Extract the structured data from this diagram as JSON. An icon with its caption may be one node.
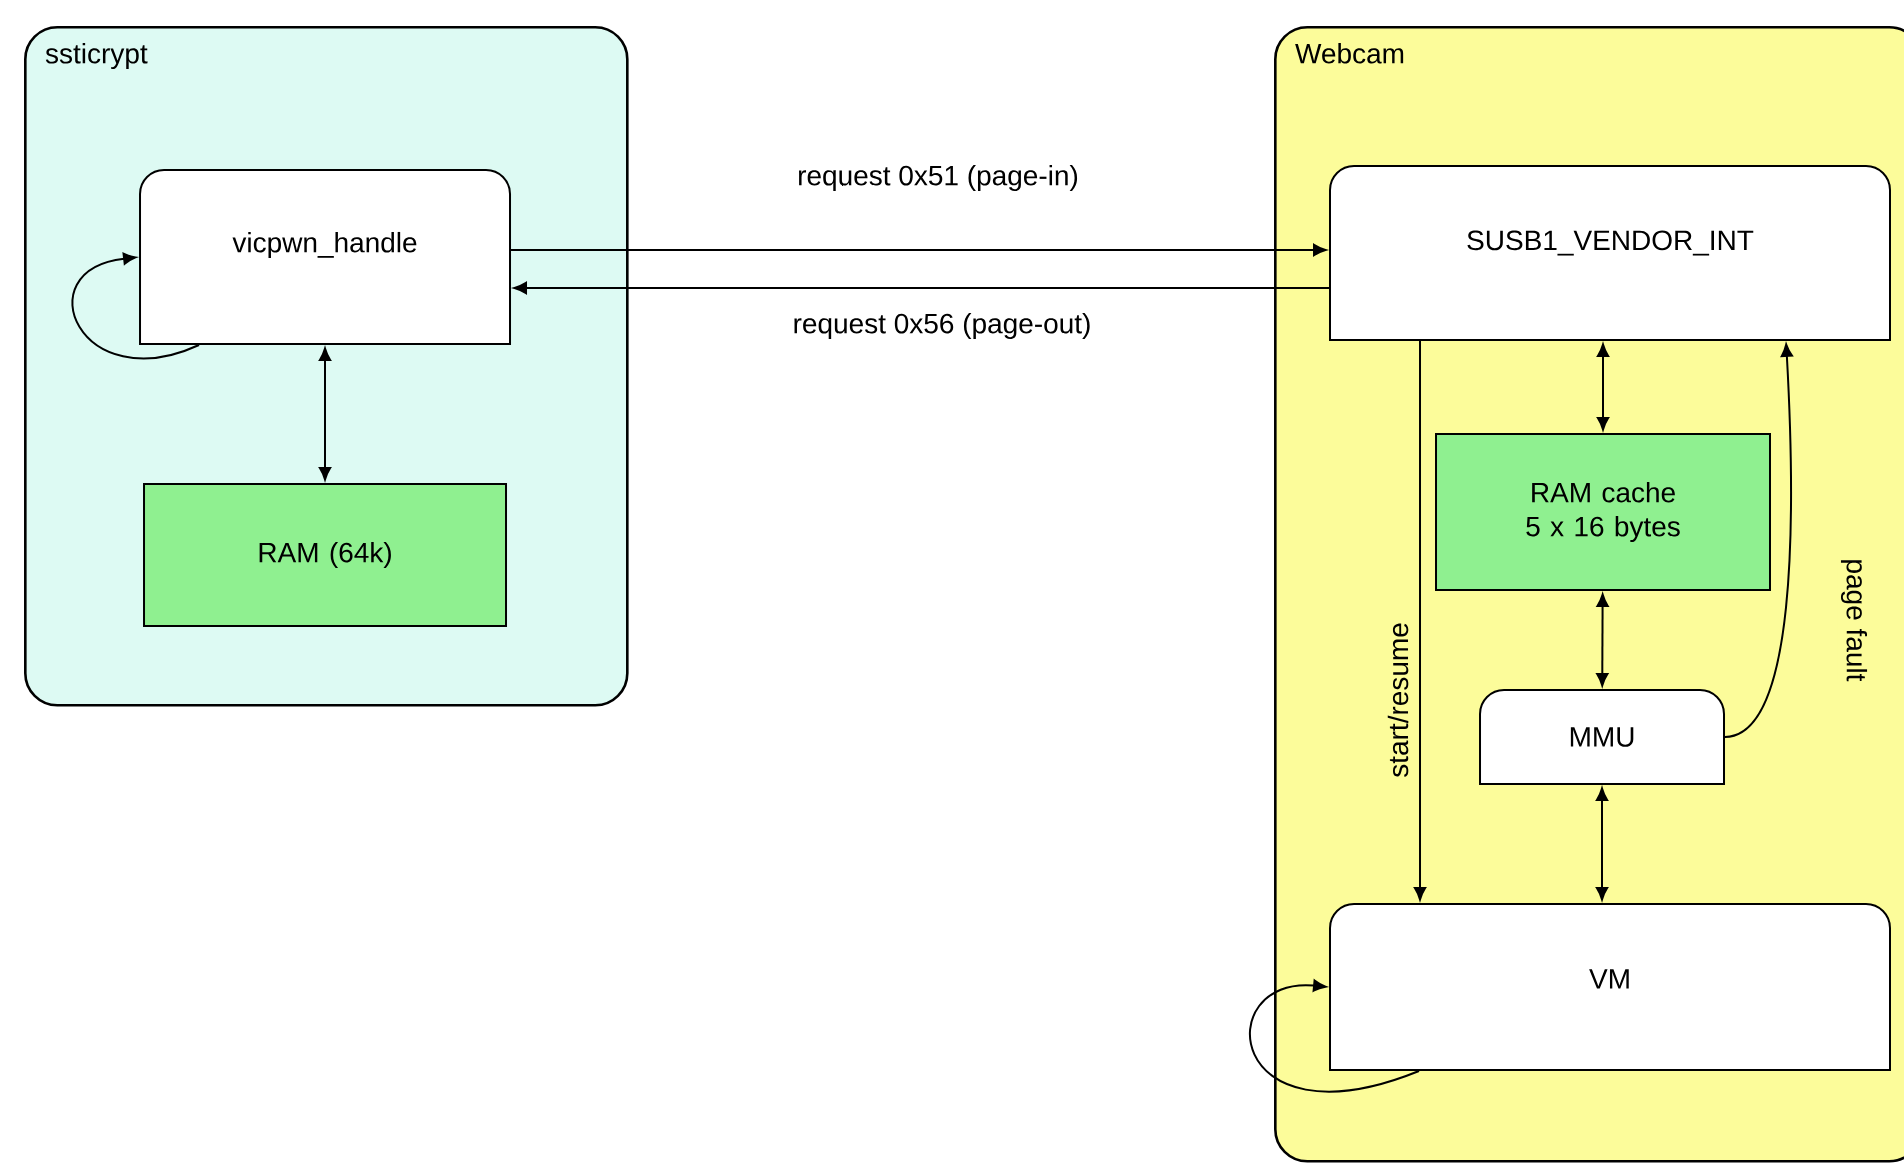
{
  "diagram": {
    "nodes": [
      {
        "text": [
          "ssticrypt"
        ]
      },
      {
        "text": [
          "vicpwn_handle"
        ],
        "in": 0
      },
      {
        "text": [
          "RAM (64k)"
        ],
        "in": 0
      },
      {
        "text": [
          "Webcam"
        ]
      },
      {
        "text": [
          "SUSB1_VENDOR_INT"
        ],
        "in": 3
      },
      {
        "text": [
          "RAM cache 5 x 16 bytes"
        ],
        "in": 3
      },
      {
        "text": [
          "MMU"
        ],
        "in": 3
      },
      {
        "text": [
          "VM"
        ],
        "in": 3
      }
    ],
    "edges": [
      {
        "from": 1,
        "to": 1,
        "arrow": "to"
      },
      {
        "from": 1,
        "to": 2,
        "arrow": "both"
      },
      {
        "from": 1,
        "to": 4,
        "arrow": "to",
        "label": "request 0x51 (page-in)"
      },
      {
        "from": 4,
        "to": 1,
        "arrow": "to",
        "label": "request 0x56 (page-out)"
      },
      {
        "from": 4,
        "to": 5,
        "arrow": "both"
      },
      {
        "from": 5,
        "to": 6,
        "arrow": "both"
      },
      {
        "from": 6,
        "to": 7,
        "arrow": "both"
      },
      {
        "from": 4,
        "to": 7,
        "arrow": "to",
        "label": "start/resume"
      },
      {
        "from": 6,
        "to": 4,
        "arrow": "to",
        "label": "page fault"
      },
      {
        "from": 7,
        "to": 7,
        "arrow": "to"
      }
    ]
  }
}
